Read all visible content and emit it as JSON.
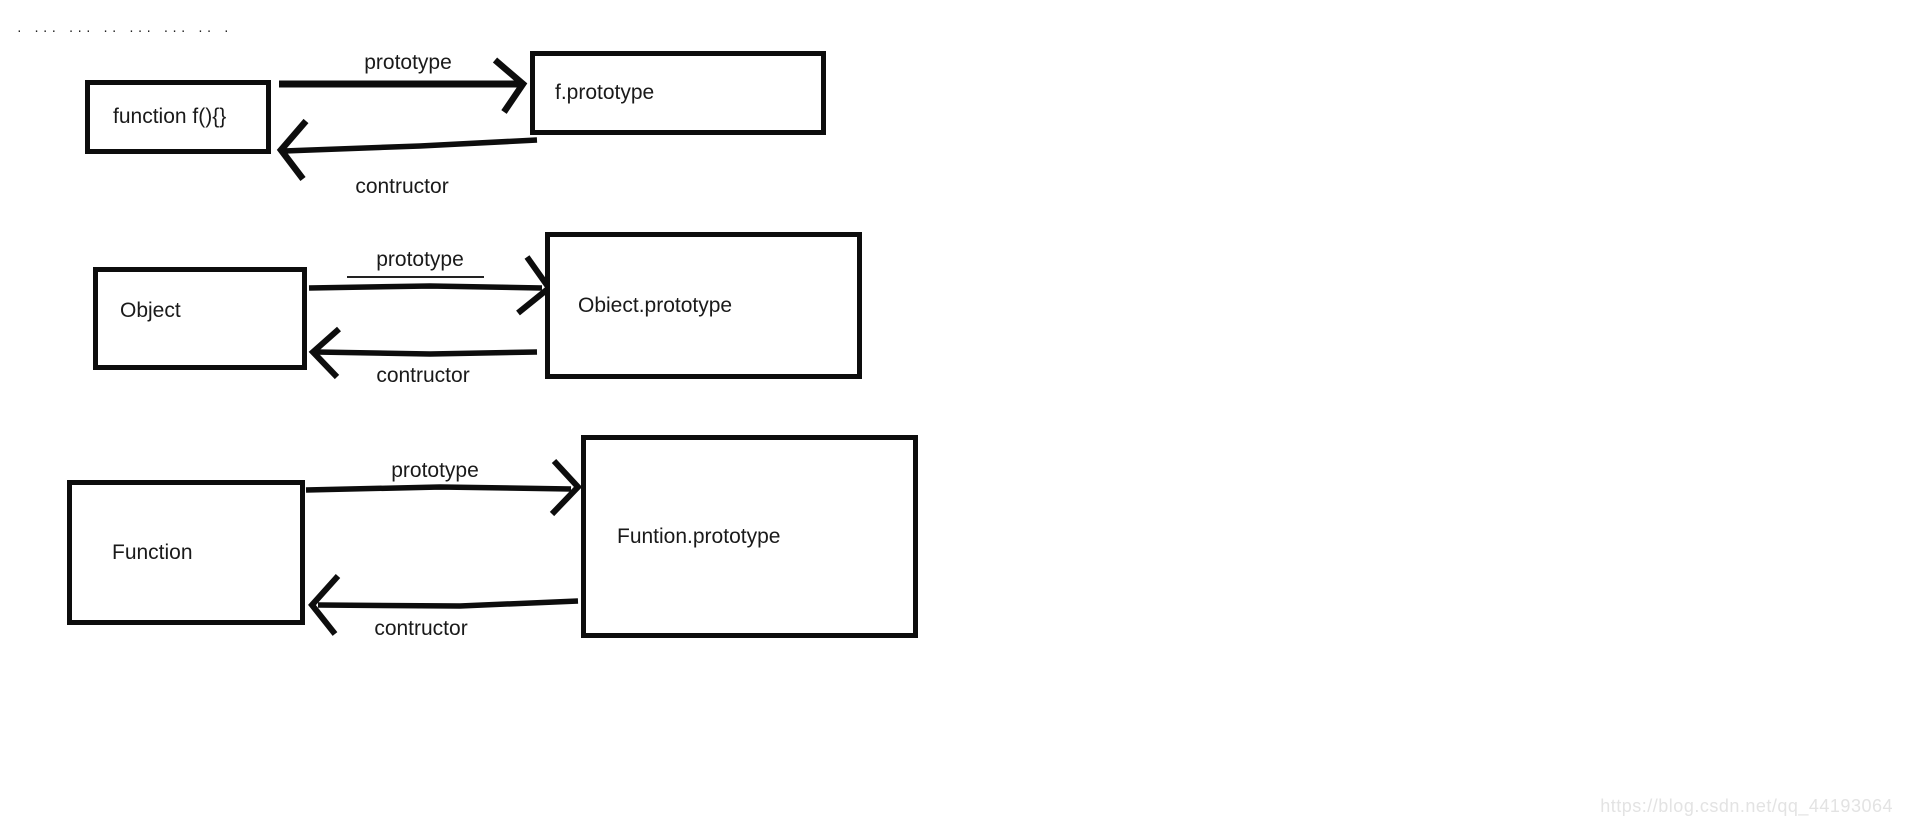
{
  "page": {
    "background": "#ffffff",
    "ink_color": "#0d0d0d",
    "corner_dots": ". ... ... .. ... ... .. ."
  },
  "diagrams": [
    {
      "id": "function-f-row",
      "source_label": "function f(){}",
      "target_label": "f.prototype",
      "forward_label": "prototype",
      "back_label": "contructor"
    },
    {
      "id": "object-row",
      "source_label": "Object",
      "target_label": "Obiect.prototype",
      "forward_label": "prototype",
      "back_label": "contructor"
    },
    {
      "id": "function-row",
      "source_label": "Function",
      "target_label": "Funtion.prototype",
      "forward_label": "prototype",
      "back_label": "contructor"
    }
  ],
  "watermark": {
    "text": "https://blog.csdn.net/qq_44193064",
    "color": "#e3e3e3"
  }
}
